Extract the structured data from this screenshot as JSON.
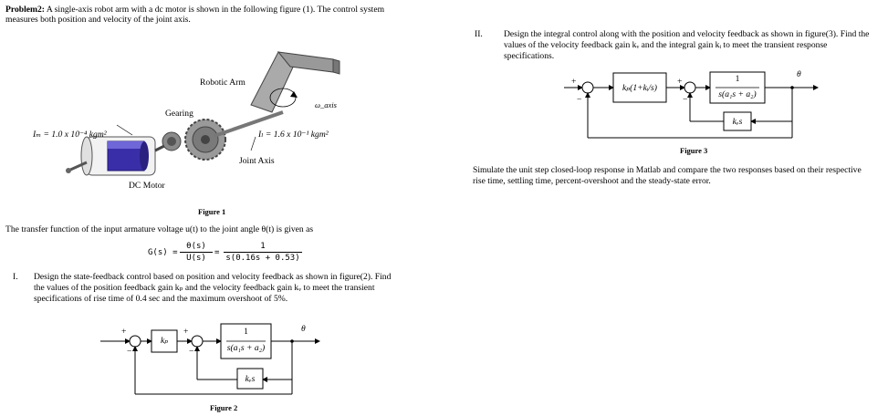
{
  "problem": {
    "heading": "Problem2:",
    "intro_line1": "A single-axis robot arm with a dc motor is shown in the following figure (1). The control system",
    "intro_line2": "measures both position and velocity of the joint axis."
  },
  "figure1": {
    "label_robotic_arm": "Robotic Arm",
    "label_gearing": "Gearing",
    "label_motor_inertia": "Iₘ = 1.0 x 10⁻⁴ kgm²",
    "label_load_inertia": "Iₗ = 1.6 x 10⁻¹ kgm²",
    "label_joint_axis": "Joint Axis",
    "label_dc_motor": "DC Motor",
    "label_omega": "ω_axis",
    "caption": "Figure 1"
  },
  "transfer": {
    "sentence": "The transfer function of the input armature voltage u(t) to the joint angle θ(t) is given as",
    "lhs": "G(s) =",
    "frac1_num": "θ(s)",
    "frac1_den": "U(s)",
    "equals": "=",
    "frac2_num": "1",
    "frac2_den": "s(0.16s + 0.53)"
  },
  "part1": {
    "numeral": "I.",
    "line1": "Design the state-feedback control based on position and velocity feedback as shown in figure(2). Find",
    "line2": "the values of the position feedback gain kₚ and the velocity feedback gain kᵥ to meet  the transient",
    "line3": "specifications of rise time of 0.4 sec and the maximum overshoot of 5%."
  },
  "figure2": {
    "plus1": "+",
    "minus1": "−",
    "plus2": "+",
    "minus2": "−",
    "gain_kp": "kₚ",
    "plant_num": "1",
    "plant_den": "s(a₁s + a₂)",
    "feedback_kv": "kᵥs",
    "output": "θ",
    "caption": "Figure 2"
  },
  "part2": {
    "numeral": "II.",
    "line1": "Design the integral control along with the position and velocity feedback as shown in figure(3). Find the",
    "line2": "values  of  the  velocity  feedback  gain  kᵥ and  the  integral  gain  kᵢ to  meet  the  transient  response",
    "line3": "specifications."
  },
  "figure3": {
    "plus1": "+",
    "minus1": "−",
    "plus2": "+",
    "minus2": "−",
    "controller": "kₚ(1+kᵢ/s)",
    "plant_num": "1",
    "plant_den": "s(a₁s + a₂)",
    "feedback_kv": "kᵥs",
    "output": "θ",
    "caption": "Figure 3"
  },
  "simulate": {
    "line1": "Simulate the unit step closed-loop response in Matlab and compare the two responses based on their respective",
    "line2": "rise time, settling time, percent-overshoot and the steady-state error."
  }
}
